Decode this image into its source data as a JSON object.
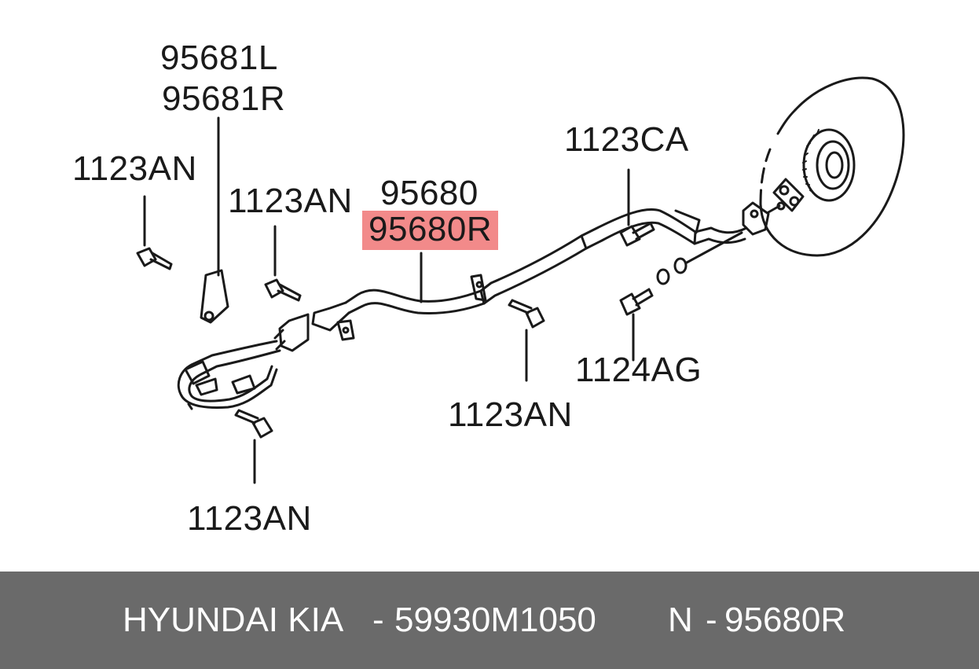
{
  "callouts": {
    "bracket_l": "95681L",
    "bracket_r": "95681R",
    "bolt_upper_left": "1123AN",
    "bolt_upper_mid": "1123AN",
    "hose_main": "95680",
    "hose_selected": "95680R",
    "bolt_top_right": "1123CA",
    "bolt_lower_right": "1124AG",
    "bolt_lower_mid": "1123AN",
    "bolt_bottom": "1123AN"
  },
  "footer": {
    "brand": "HYUNDAI  KIA",
    "sep1": "-",
    "oem_number": "59930M1050",
    "n_label": "N",
    "sep2": "-",
    "diagram_number": "95680R"
  },
  "colors": {
    "highlight": "#f28a8a",
    "footer_bg": "#6a6a6a",
    "line": "#1a1a1a"
  }
}
